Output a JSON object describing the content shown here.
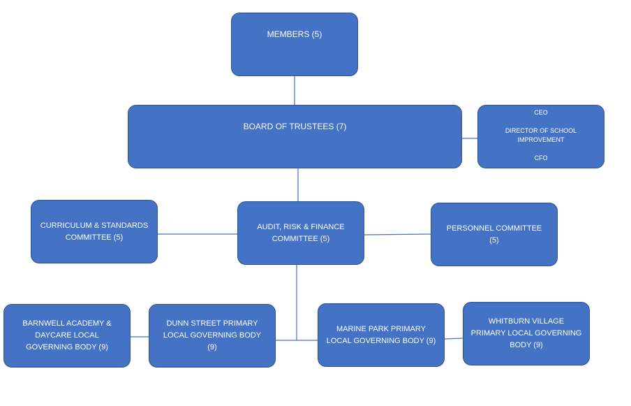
{
  "nodes": {
    "members": "MEMBERS (5)",
    "board": "BOARD OF TRUSTEES (7)",
    "exec_roles": [
      "CEO",
      "DIRECTOR OF SCHOOL\nIMPROVEMENT",
      "CFO"
    ],
    "curriculum": "CURRICULUM & STANDARDS\nCOMMITTEE (5)",
    "audit": "AUDIT,  RISK & FINANCE\nCOMMITTEE (5)",
    "personnel": "PERSONNEL COMMITTEE\n(5)",
    "barnwell": "BARNWELL ACADEMY &\nDAYCARE LOCAL\nGOVERNING BODY (9)",
    "dunn": "DUNN STREET PRIMARY\nLOCAL GOVERNING BODY\n(9)",
    "marine": "MARINE PARK PRIMARY\nLOCAL GOVERNING BODY (9)",
    "whitburn": "WHITBURN VILLAGE\nPRIMARY LOCAL GOVERNING\nBODY (9)"
  },
  "colors": {
    "box_fill": "#4472c4",
    "box_border": "#2f528f",
    "connector": "#4472c4",
    "text": "#ffffff"
  }
}
